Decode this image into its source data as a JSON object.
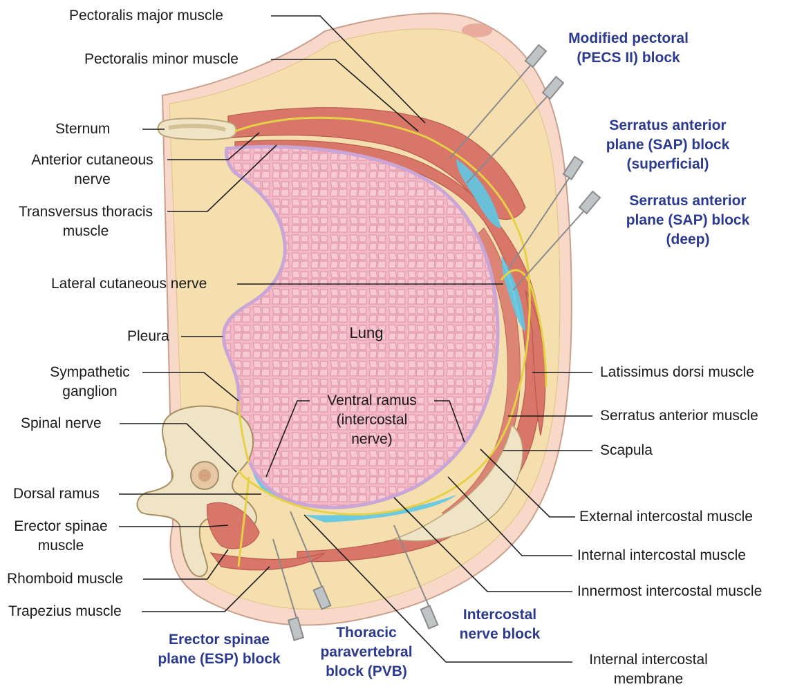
{
  "labels": {
    "pectoralis_major": "Pectoralis major muscle",
    "pectoralis_minor": "Pectoralis minor muscle",
    "sternum": "Sternum",
    "anterior_cutaneous": [
      "Anterior cutaneous",
      "nerve"
    ],
    "transversus_thoracis": [
      "Transversus thoracis",
      "muscle"
    ],
    "lateral_cutaneous": "Lateral cutaneous nerve",
    "pleura": "Pleura",
    "sympathetic_ganglion": [
      "Sympathetic",
      "ganglion"
    ],
    "spinal_nerve": "Spinal nerve",
    "dorsal_ramus": "Dorsal ramus",
    "erector_spinae": [
      "Erector spinae",
      "muscle"
    ],
    "rhomboid": "Rhomboid muscle",
    "trapezius": "Trapezius muscle",
    "lung": "Lung",
    "ventral_ramus": [
      "Ventral ramus",
      "(intercostal",
      "nerve)"
    ],
    "latissimus_dorsi": "Latissimus dorsi muscle",
    "serratus_anterior": "Serratus anterior muscle",
    "scapula": "Scapula",
    "external_intercostal": "External intercostal muscle",
    "internal_intercostal": "Internal intercostal muscle",
    "innermost_intercostal": "Innermost intercostal muscle",
    "internal_intercostal_membrane": [
      "Internal intercostal",
      "membrane"
    ]
  },
  "blocks": {
    "pecs2": [
      "Modified pectoral",
      "(PECS II) block"
    ],
    "sap_superficial": [
      "Serratus anterior",
      "plane (SAP) block",
      "(superficial)"
    ],
    "sap_deep": [
      "Serratus anterior",
      "plane (SAP) block",
      "(deep)"
    ],
    "intercostal": [
      "Intercostal",
      "nerve block"
    ],
    "pvb": [
      "Thoracic",
      "paravertebral",
      "block (PVB)"
    ],
    "esp": [
      "Erector spinae",
      "plane (ESP) block"
    ]
  },
  "colors": {
    "block_label": "#2b3a8f",
    "muscle": "#d9766a",
    "fat": "#f6dfae",
    "skin": "#f7d8c9",
    "lung": "#f3b9c6",
    "pleura": "#c9a6d6",
    "nerve": "#f1e36a",
    "injectate": "#5ec8e6",
    "bone": "#f0e4c6",
    "leader": "#1a1a1a"
  }
}
